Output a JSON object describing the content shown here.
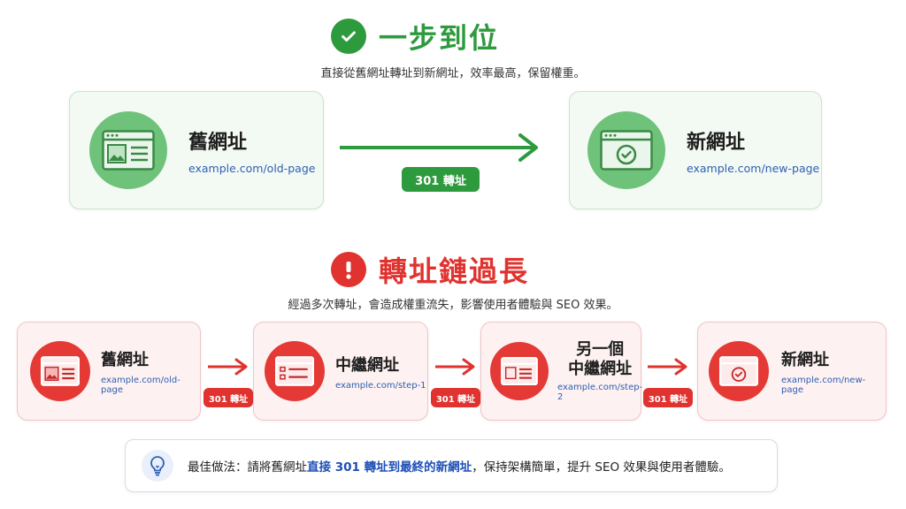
{
  "top": {
    "title": "一步到位",
    "subtitle": "直接從舊網址轉址到新網址，效率最高，保留權重。",
    "old": {
      "title": "舊網址",
      "url": "example.com/old-page"
    },
    "new": {
      "title": "新網址",
      "url": "example.com/new-page"
    },
    "badge": "301 轉址"
  },
  "bottom": {
    "title": "轉址鏈過長",
    "subtitle": "經過多次轉址，會造成權重流失，影響使用者體驗與 SEO 效果。",
    "nodes": [
      {
        "title": "舊網址",
        "url": "example.com/old-page"
      },
      {
        "title": "中繼網址",
        "url": "example.com/step-1"
      },
      {
        "title_line1": "另一個",
        "title_line2": "中繼網址",
        "url": "example.com/step-2"
      },
      {
        "title": "新網址",
        "url": "example.com/new-page"
      }
    ],
    "badges": [
      "301 轉址",
      "301 轉址",
      "301 轉址"
    ]
  },
  "tip": {
    "prefix": "最佳做法：請將舊網址",
    "emphasis": "直接 301 轉址到最終的新網址",
    "suffix": "，保持架構簡單，提升 SEO 效果與使用者體驗。"
  },
  "colors": {
    "green": "#2e9a3e",
    "red": "#e0322f",
    "blue": "#1d4fb6"
  },
  "icons": {
    "success": "check-circle-icon",
    "warning": "exclamation-circle-icon",
    "page": "browser-window-icon",
    "tip": "lightbulb-icon"
  }
}
